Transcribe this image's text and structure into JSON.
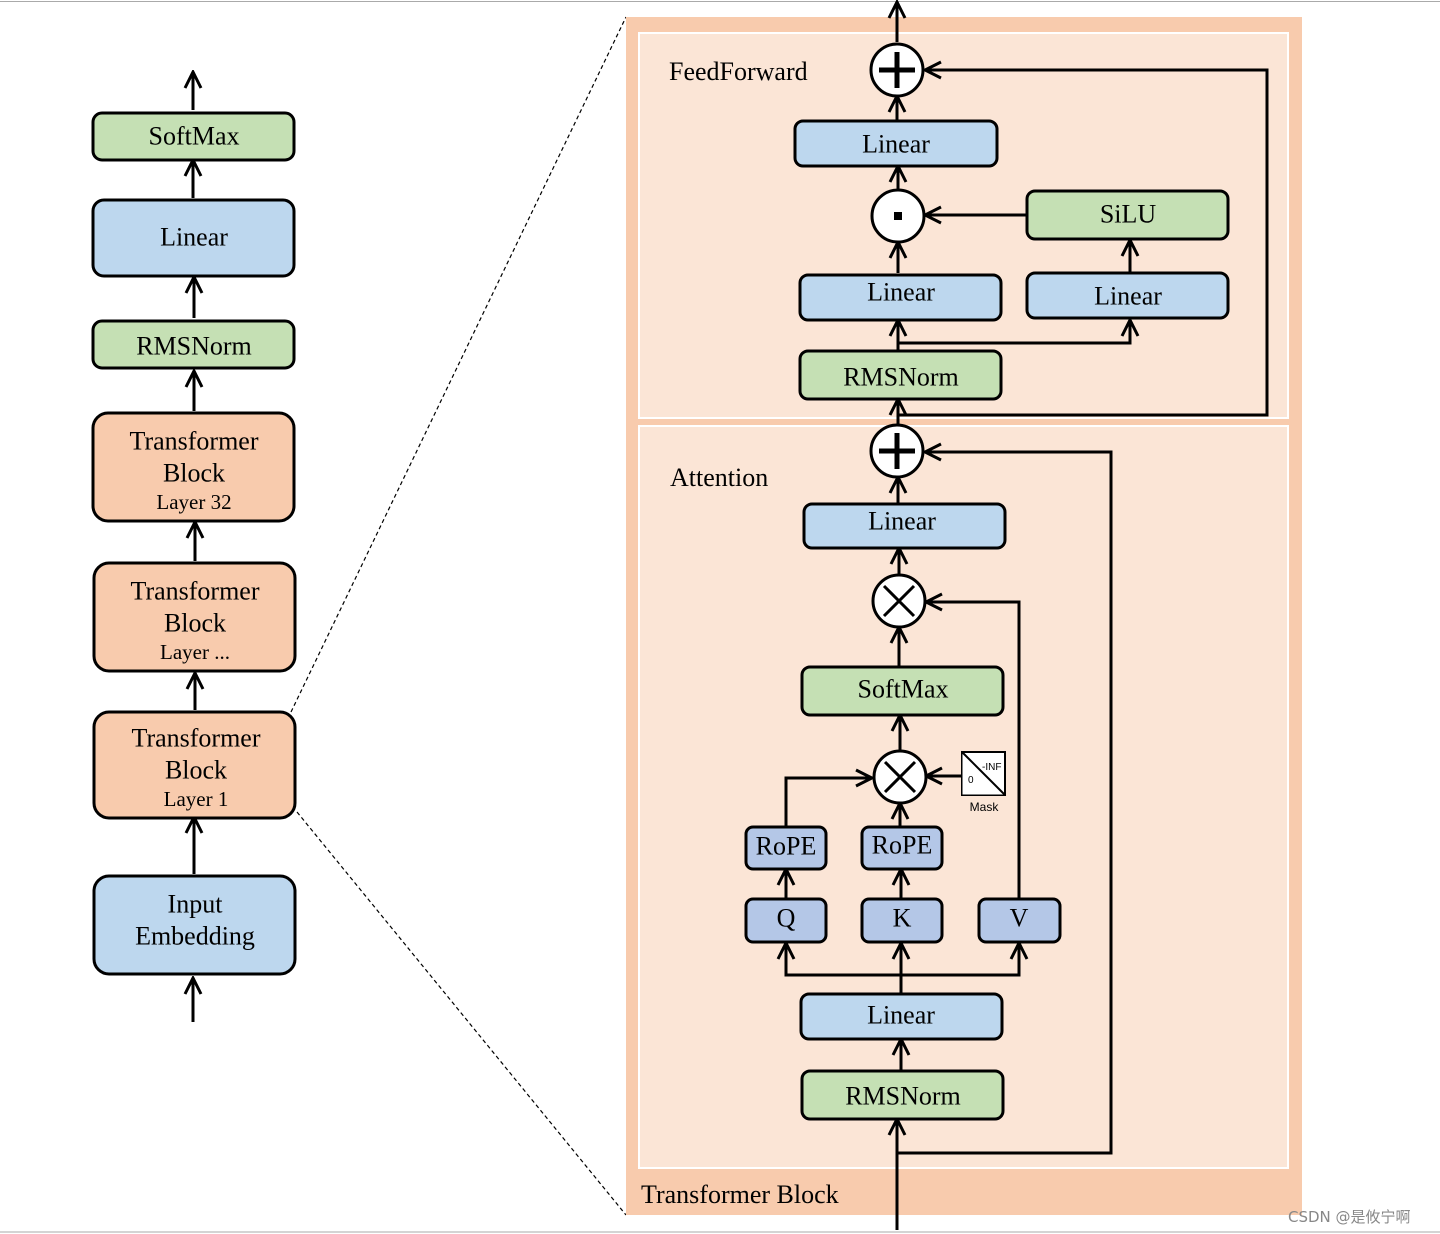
{
  "colors": {
    "green": "#c5e0b4",
    "blue": "#bdd7ee",
    "purple": "#b4c7e7",
    "orange": "#f8cbad",
    "outer_panel": "#f8cbad",
    "inner_panel": "#fbe5d6"
  },
  "left_stack": {
    "softmax": "SoftMax",
    "linear": "Linear",
    "rmsnorm": "RMSNorm",
    "block32": {
      "line1": "Transformer",
      "line2": "Block",
      "line3": "Layer 32"
    },
    "block_mid": {
      "line1": "Transformer",
      "line2": "Block",
      "line3": "Layer ..."
    },
    "block1": {
      "line1": "Transformer",
      "line2": "Block",
      "line3": "Layer 1"
    },
    "input": {
      "line1": "Input",
      "line2": "Embedding"
    }
  },
  "transformer_block": {
    "title": "Transformer Block",
    "feedforward": {
      "title": "FeedForward",
      "linear_out": "Linear",
      "silu": "SiLU",
      "linear_left": "Linear",
      "linear_right": "Linear",
      "rmsnorm": "RMSNorm",
      "add_symbol": "plus-icon",
      "mul_symbol": "dot-icon"
    },
    "attention": {
      "title": "Attention",
      "linear_out": "Linear",
      "softmax": "SoftMax",
      "rope_q": "RoPE",
      "rope_k": "RoPE",
      "q": "Q",
      "k": "K",
      "v": "V",
      "linear_in": "Linear",
      "rmsnorm": "RMSNorm",
      "mask_label": "Mask",
      "mask_inf": "-INF",
      "mask_zero": "0",
      "add_symbol": "plus-icon",
      "matmul_symbol": "times-icon"
    }
  },
  "watermark": "CSDN @是攸宁啊"
}
